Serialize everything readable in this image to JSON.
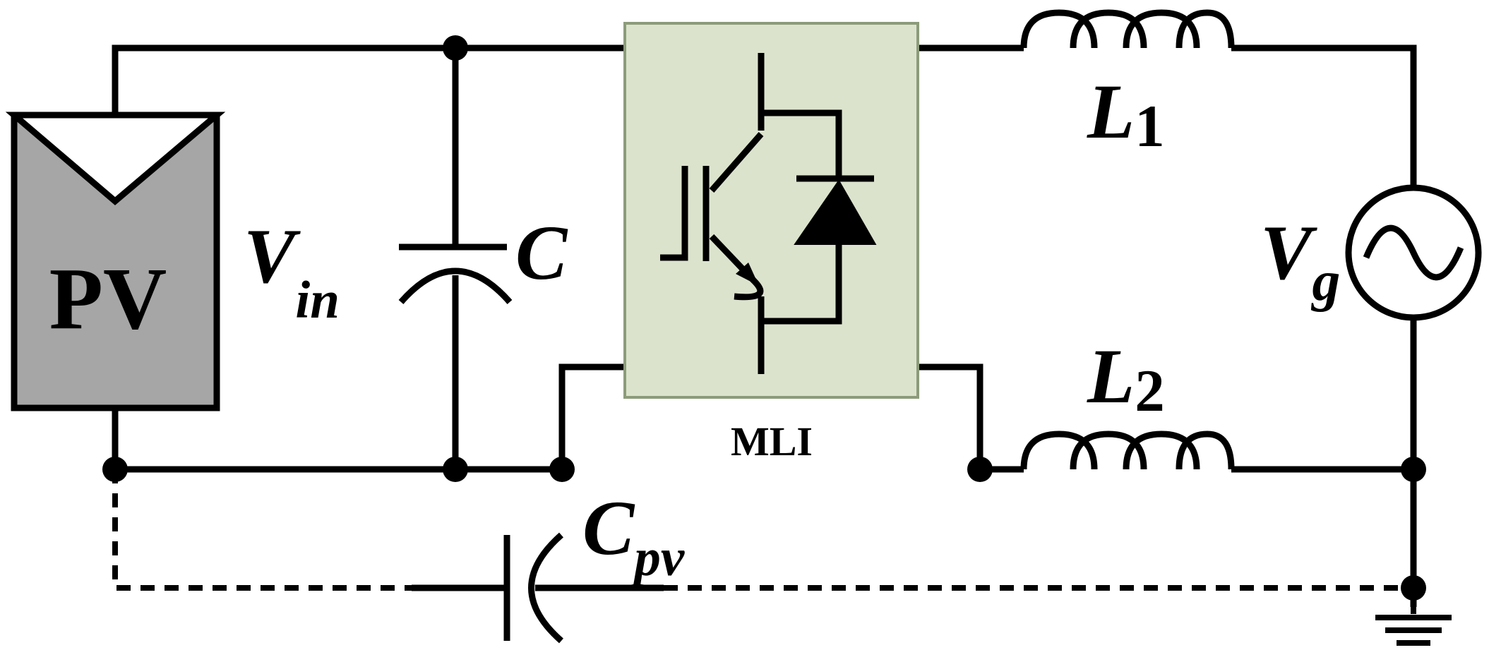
{
  "labels": {
    "pv": "PV",
    "vin_main": "V",
    "vin_sub": "in",
    "c": "C",
    "cpv_main": "C",
    "cpv_sub": "pv",
    "mli": "MLI",
    "l1_main": "L",
    "l1_sub": "1",
    "l2_main": "L",
    "l2_sub": "2",
    "vg_main": "V",
    "vg_sub": "g"
  },
  "colors": {
    "wire": "#000000",
    "pv_fill": "#a6a6a6",
    "mli_fill": "#dbe3cd",
    "mli_border": "#8c9c7a",
    "background": "#ffffff"
  }
}
